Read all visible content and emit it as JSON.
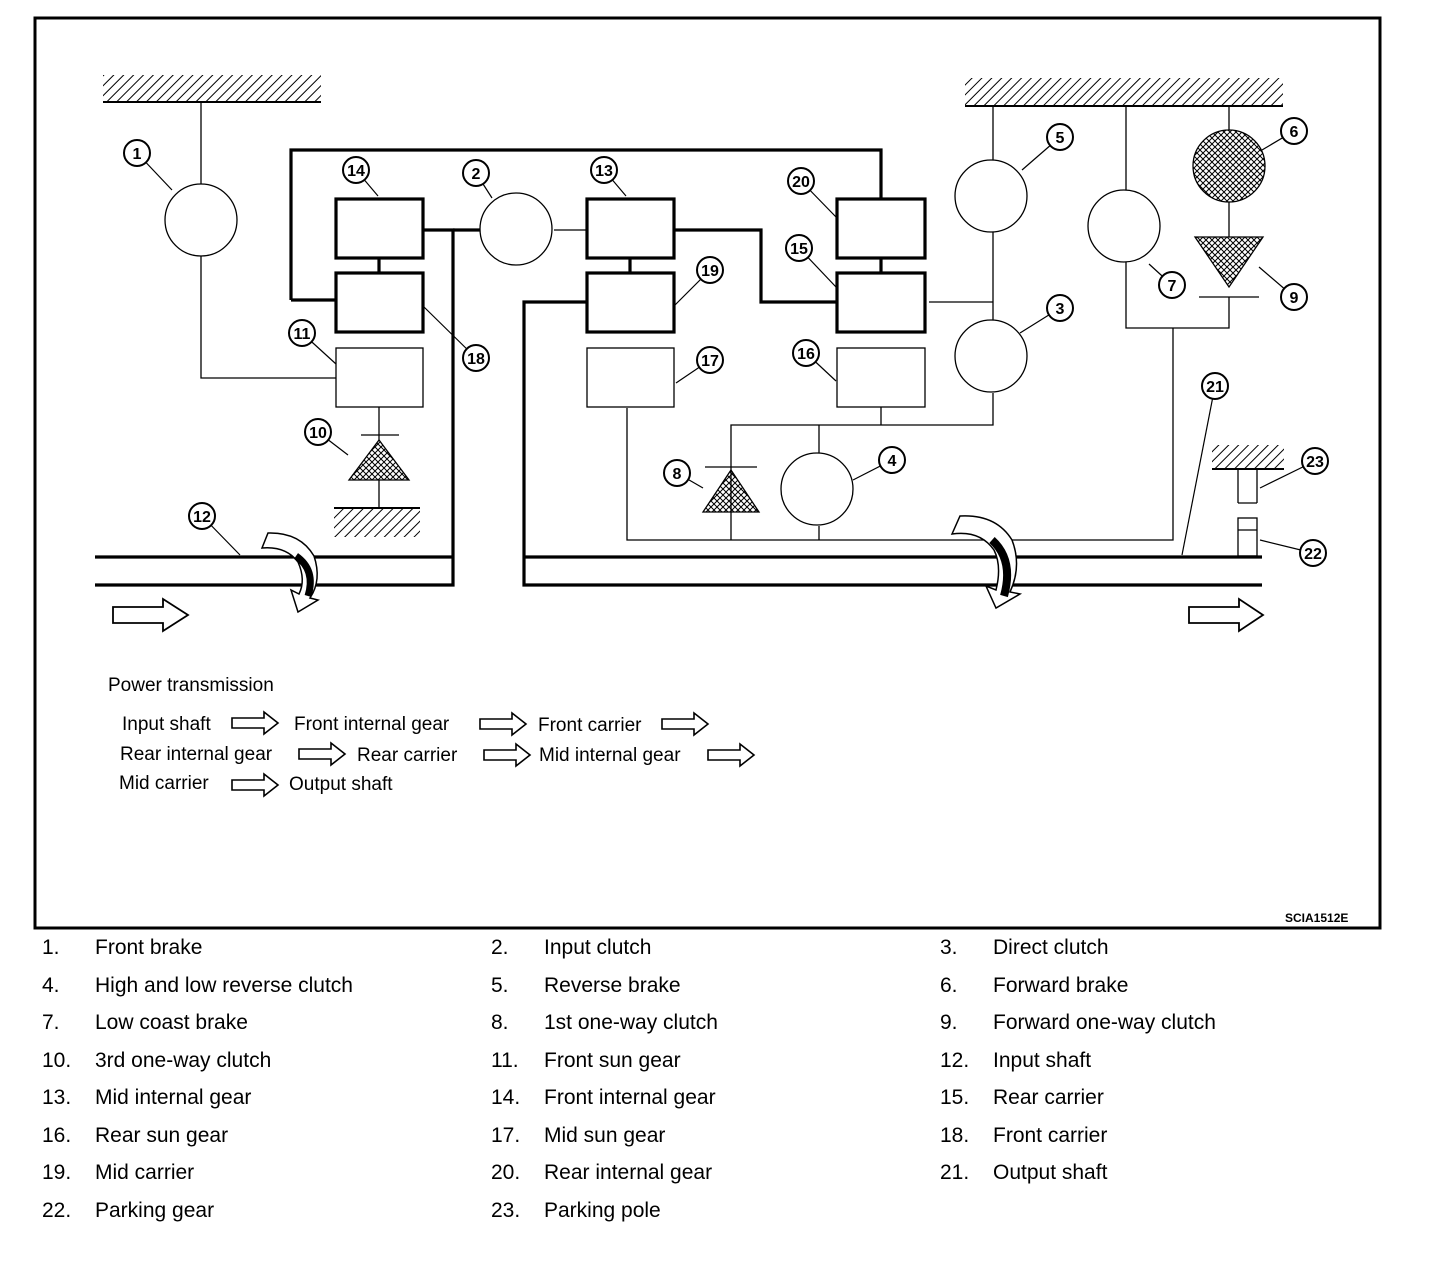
{
  "diagram": {
    "code": "SCIA1512E",
    "power_title": "Power transmission",
    "flow": [
      "Input shaft",
      "Front internal gear",
      "Front carrier",
      "Rear internal gear",
      "Rear carrier",
      "Mid internal gear",
      "Mid carrier",
      "Output shaft"
    ],
    "callouts": [
      "1",
      "2",
      "3",
      "4",
      "5",
      "6",
      "7",
      "8",
      "9",
      "10",
      "11",
      "12",
      "13",
      "14",
      "15",
      "16",
      "17",
      "18",
      "19",
      "20",
      "21",
      "22",
      "23"
    ]
  },
  "legend": [
    {
      "num": "1.",
      "label": "Front brake"
    },
    {
      "num": "2.",
      "label": "Input clutch"
    },
    {
      "num": "3.",
      "label": "Direct clutch"
    },
    {
      "num": "4.",
      "label": "High and low reverse clutch"
    },
    {
      "num": "5.",
      "label": "Reverse brake"
    },
    {
      "num": "6.",
      "label": "Forward brake"
    },
    {
      "num": "7.",
      "label": "Low coast brake"
    },
    {
      "num": "8.",
      "label": "1st one-way clutch"
    },
    {
      "num": "9.",
      "label": "Forward one-way clutch"
    },
    {
      "num": "10.",
      "label": "3rd one-way clutch"
    },
    {
      "num": "11.",
      "label": "Front sun gear"
    },
    {
      "num": "12.",
      "label": "Input shaft"
    },
    {
      "num": "13.",
      "label": "Mid internal gear"
    },
    {
      "num": "14.",
      "label": "Front internal gear"
    },
    {
      "num": "15.",
      "label": "Rear carrier"
    },
    {
      "num": "16.",
      "label": "Rear sun gear"
    },
    {
      "num": "17.",
      "label": "Mid sun gear"
    },
    {
      "num": "18.",
      "label": "Front carrier"
    },
    {
      "num": "19.",
      "label": "Mid carrier"
    },
    {
      "num": "20.",
      "label": "Rear internal gear"
    },
    {
      "num": "21.",
      "label": "Output shaft"
    },
    {
      "num": "22.",
      "label": "Parking gear"
    },
    {
      "num": "23.",
      "label": "Parking pole"
    }
  ]
}
